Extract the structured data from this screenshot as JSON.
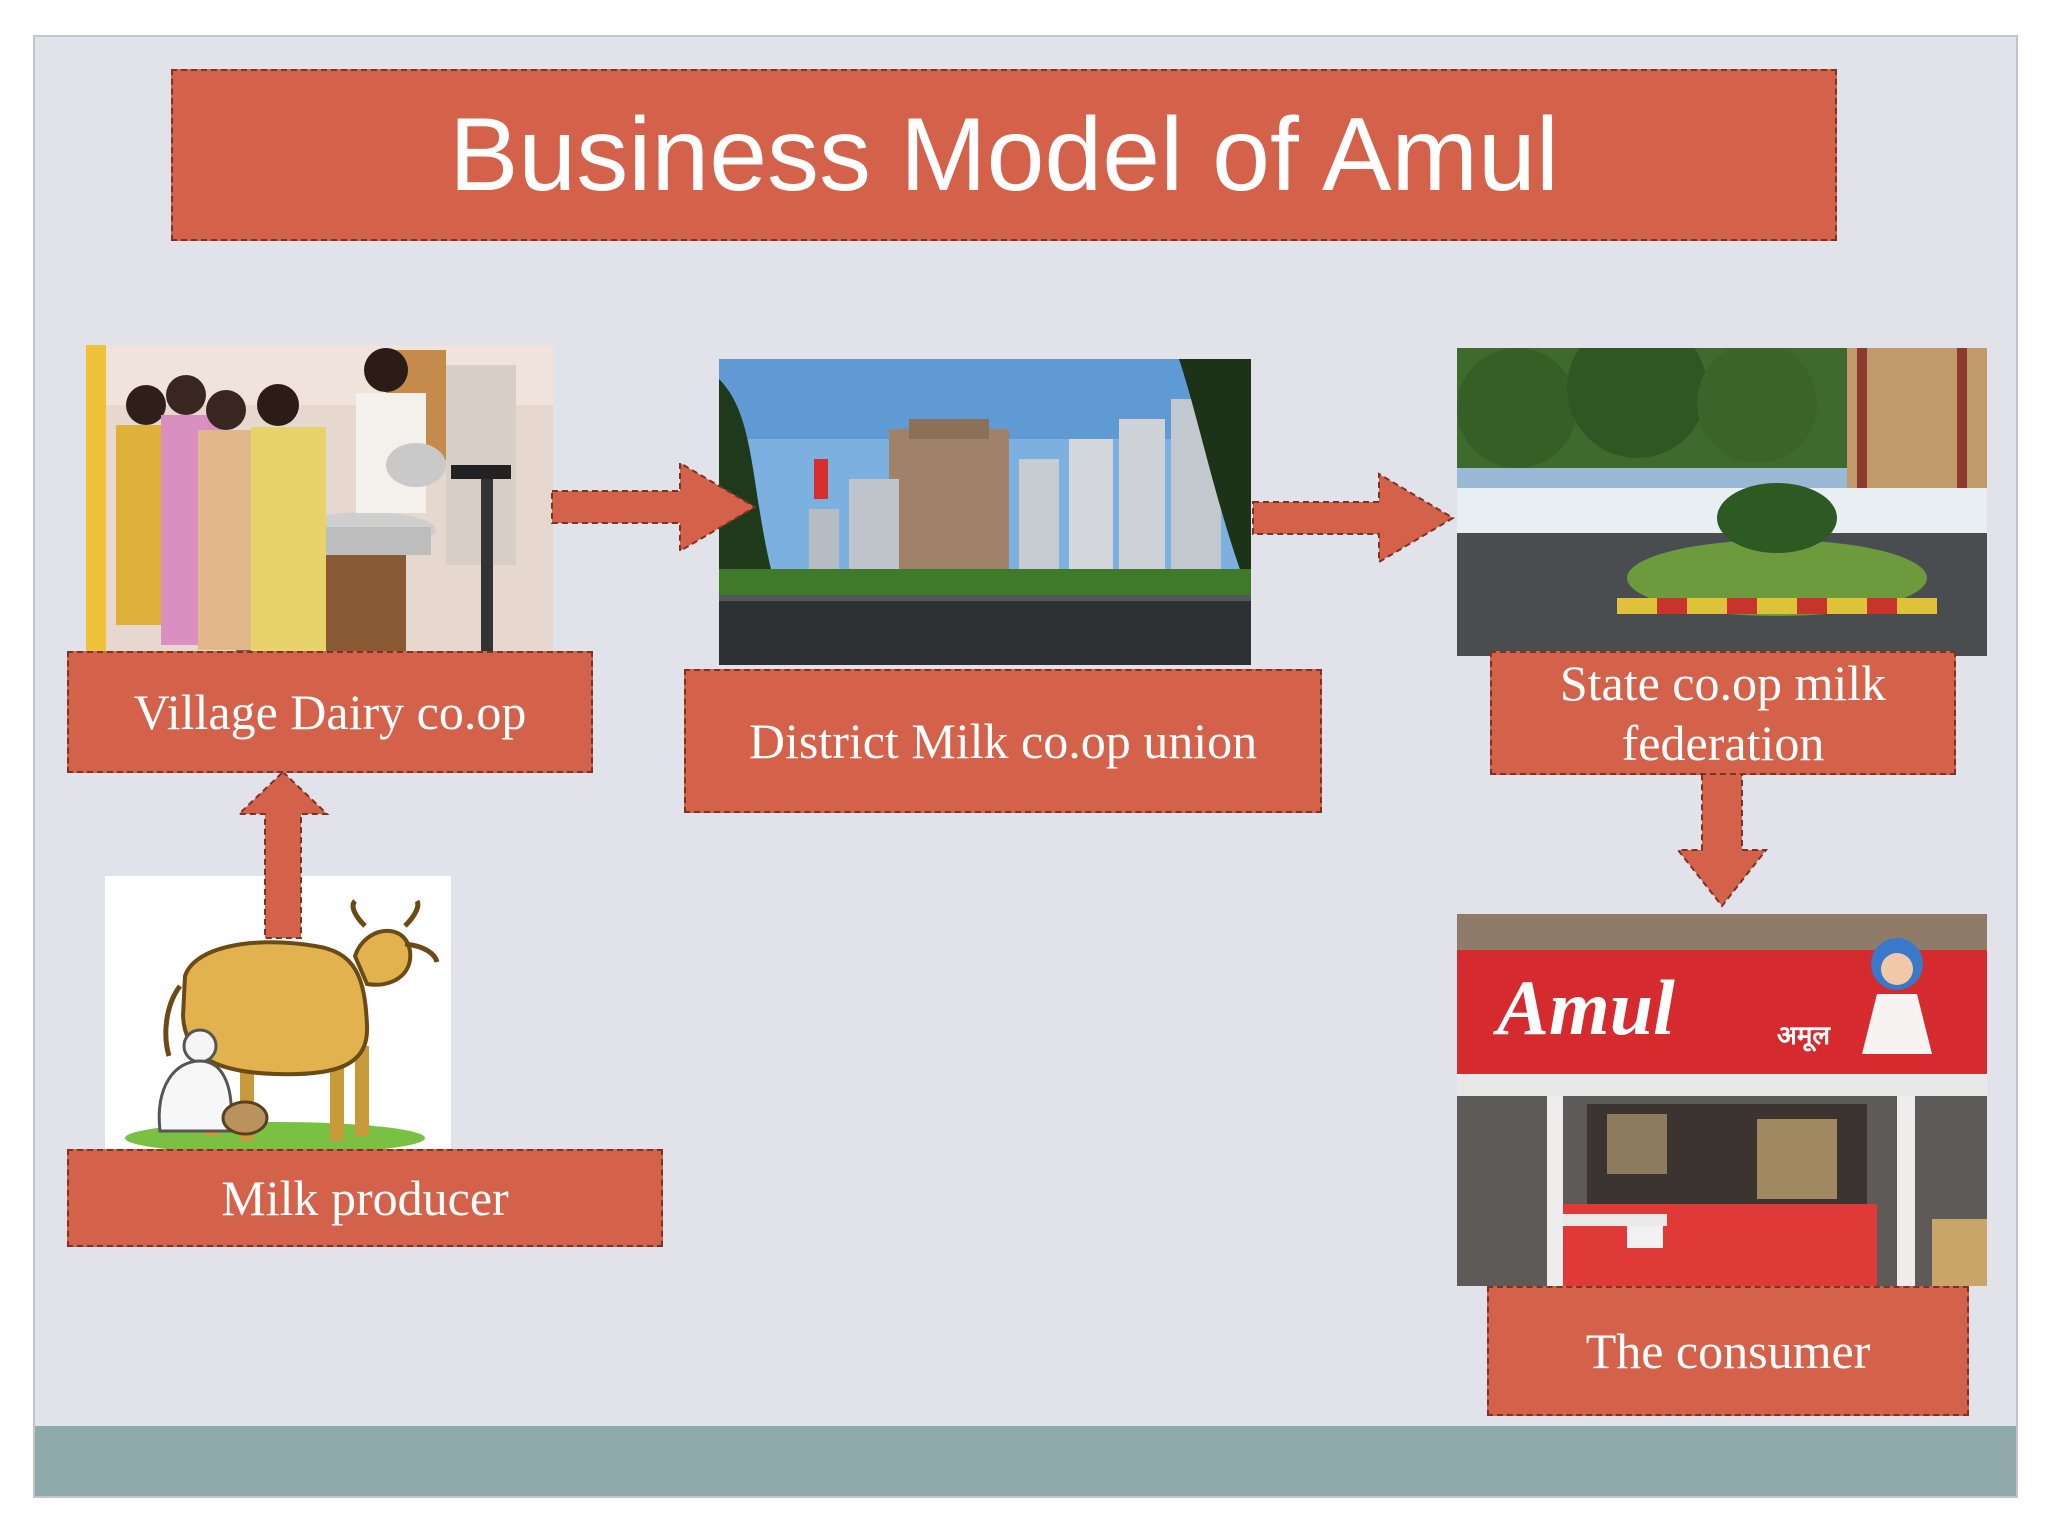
{
  "title": "Business Model of Amul",
  "nodes": {
    "village": "Village Dairy co.op",
    "district": "District Milk co.op union",
    "state": "State co.op milk federation",
    "consumer": "The consumer",
    "producer": "Milk producer"
  },
  "store_sign": {
    "brand": "Amul",
    "brand_hindi": "अमूल"
  },
  "colors": {
    "box_fill": "#d4614a",
    "box_border": "#7a3426",
    "slide_bg": "#e2e2ea",
    "bottom_band": "#8eaaaa"
  }
}
